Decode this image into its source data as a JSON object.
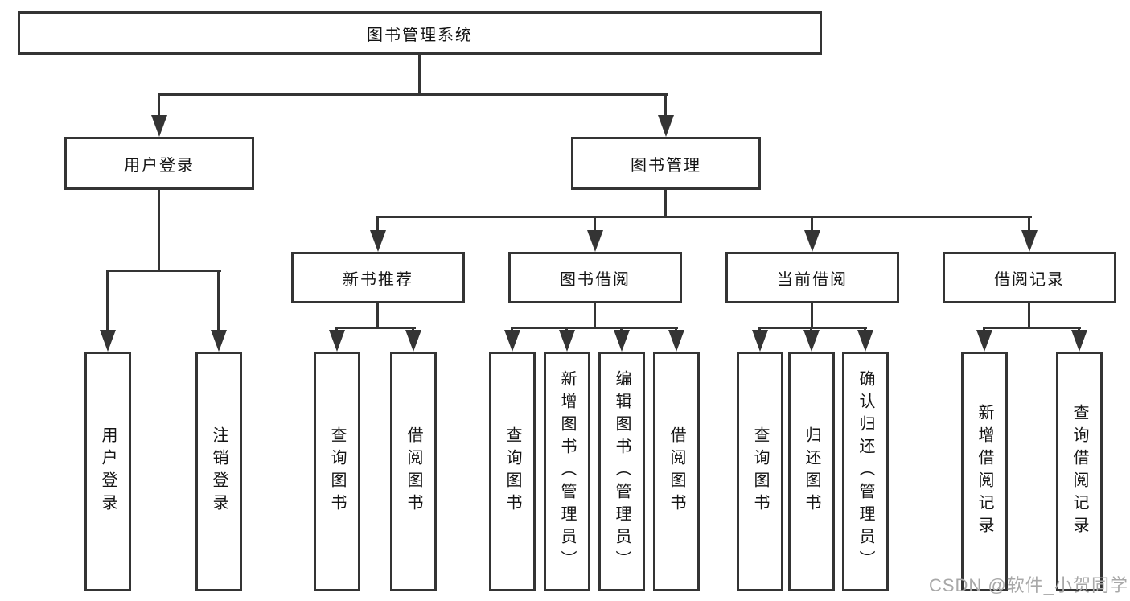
{
  "colors": {
    "line": "#343434",
    "text": "#141414",
    "watermark": "#a8a8a8",
    "background": "#ffffff"
  },
  "watermark": {
    "text": "CSDN @软件_小贺同学"
  },
  "tree": {
    "root": {
      "label": "图书管理系统"
    },
    "children": [
      {
        "label": "用户登录",
        "children": [
          {
            "label": "用户登录"
          },
          {
            "label": "注销登录"
          }
        ]
      },
      {
        "label": "图书管理",
        "children": [
          {
            "label": "新书推荐",
            "children": [
              {
                "label": "查询图书"
              },
              {
                "label": "借阅图书"
              }
            ]
          },
          {
            "label": "图书借阅",
            "children": [
              {
                "label": "查询图书"
              },
              {
                "label": "新增图书（管理员）"
              },
              {
                "label": "编辑图书（管理员）"
              },
              {
                "label": "借阅图书"
              }
            ]
          },
          {
            "label": "当前借阅",
            "children": [
              {
                "label": "查询图书"
              },
              {
                "label": "归还图书"
              },
              {
                "label": "确认归还（管理员）"
              }
            ]
          },
          {
            "label": "借阅记录",
            "children": [
              {
                "label": "新增借阅记录"
              },
              {
                "label": "查询借阅记录"
              }
            ]
          }
        ]
      }
    ]
  }
}
